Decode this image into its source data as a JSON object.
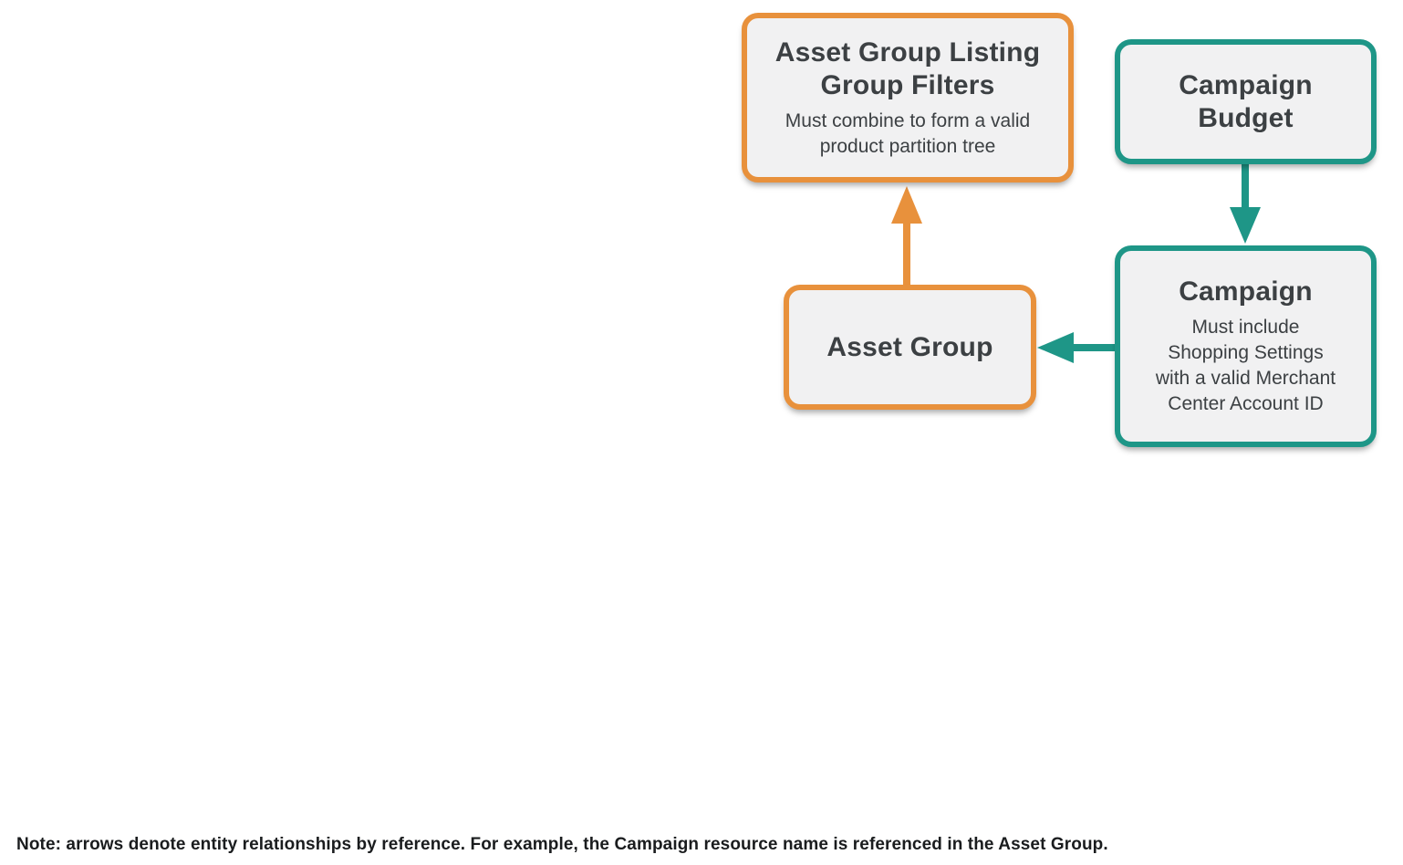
{
  "colors": {
    "orange": "#E8913C",
    "teal": "#1E9687",
    "node_bg": "#F1F1F2",
    "title_text": "#3C4043",
    "note_text": "#1A1C1E"
  },
  "nodes": {
    "asset_group_listing_group_filters": {
      "title": "Asset Group Listing\nGroup Filters",
      "subtitle": "Must combine to form a valid\nproduct partition tree",
      "border_color": "#E8913C"
    },
    "campaign_budget": {
      "title": "Campaign\nBudget",
      "border_color": "#1E9687"
    },
    "asset_group": {
      "title": "Asset Group",
      "border_color": "#E8913C"
    },
    "campaign": {
      "title": "Campaign",
      "subtitle": "Must include\nShopping Settings\nwith a valid Merchant\nCenter Account ID",
      "border_color": "#1E9687"
    }
  },
  "edges": [
    {
      "from": "asset_group",
      "to": "asset_group_listing_group_filters",
      "color": "#E8913C",
      "direction": "up"
    },
    {
      "from": "campaign_budget",
      "to": "campaign",
      "color": "#1E9687",
      "direction": "down"
    },
    {
      "from": "campaign",
      "to": "asset_group",
      "color": "#1E9687",
      "direction": "left"
    }
  ],
  "note": "Note: arrows denote entity relationships by reference. For example, the Campaign resource name is referenced in the Asset Group."
}
